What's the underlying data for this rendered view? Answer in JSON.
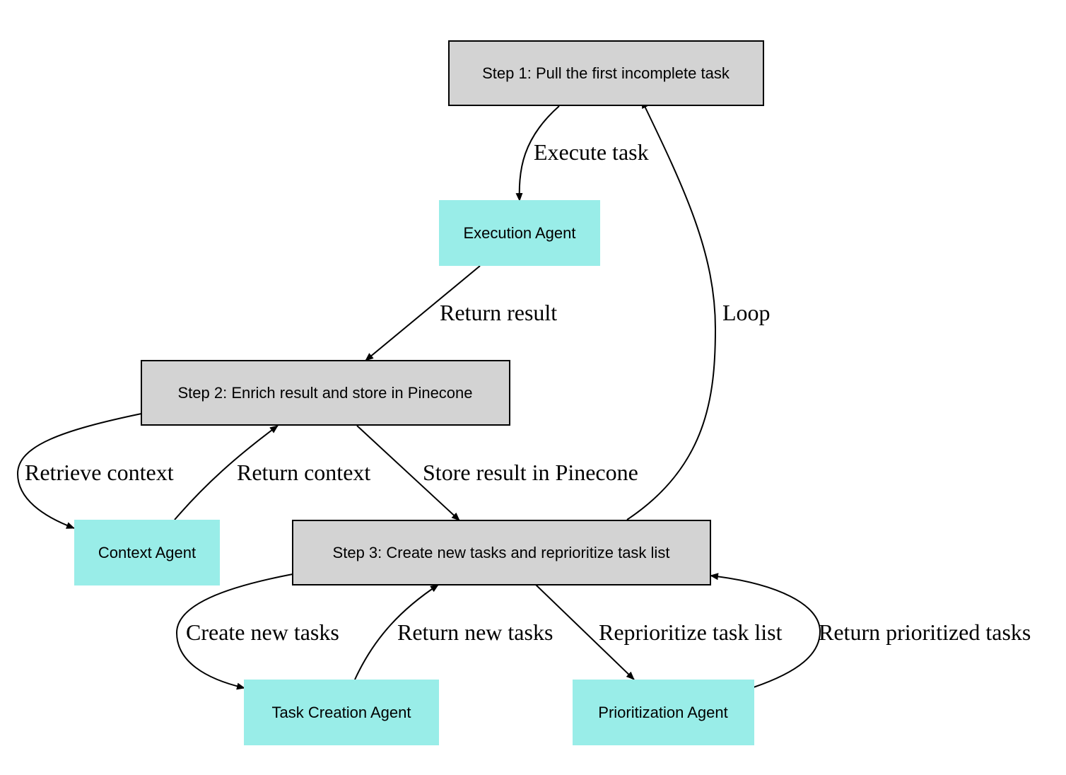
{
  "colors": {
    "step_fill": "#d3d3d3",
    "agent_fill": "#99ede8",
    "stroke": "#000000"
  },
  "nodes": {
    "step1": "Step 1: Pull the first incomplete task",
    "execution_agent": "Execution Agent",
    "step2": "Step 2: Enrich result and store in Pinecone",
    "context_agent": "Context Agent",
    "step3": "Step 3: Create new tasks and reprioritize task list",
    "task_creation_agent": "Task Creation Agent",
    "prioritization_agent": "Prioritization Agent"
  },
  "edges": {
    "execute_task": "Execute task",
    "return_result": "Return result",
    "retrieve_context": "Retrieve context",
    "return_context": "Return context",
    "store_result": "Store result in Pinecone",
    "loop": "Loop",
    "create_new_tasks": "Create new tasks",
    "return_new_tasks": "Return new tasks",
    "reprioritize": "Reprioritize task list",
    "return_prioritized": "Return prioritized tasks"
  }
}
